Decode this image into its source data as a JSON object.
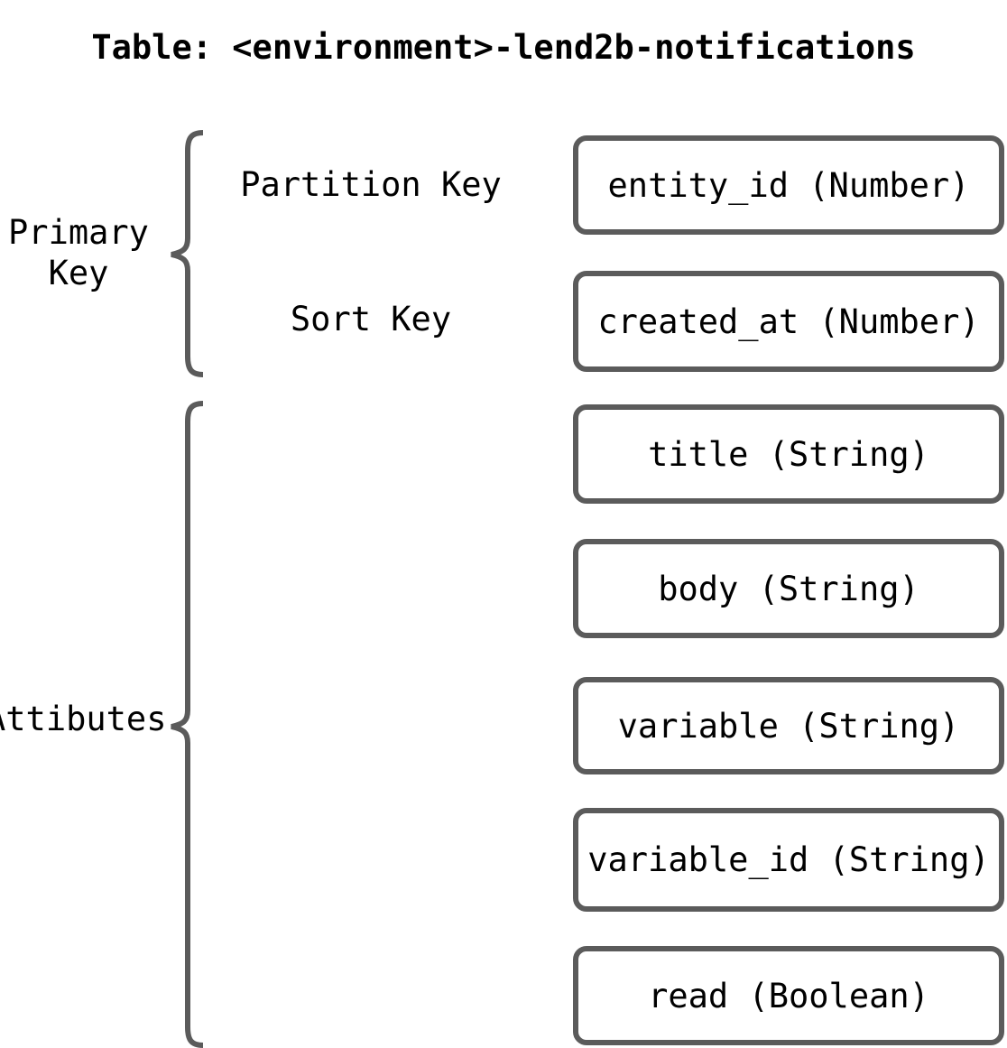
{
  "title": "Table: <environment>-lend2b-notifications",
  "colors": {
    "line": "#5b5b5b",
    "text": "#000000",
    "background": "#ffffff"
  },
  "groups": [
    {
      "label": "Primary Key",
      "rows": [
        {
          "role": "Partition Key",
          "attribute": "entity_id (Number)"
        },
        {
          "role": "Sort Key",
          "attribute": "created_at (Number)"
        }
      ]
    },
    {
      "label": "Attibutes",
      "rows": [
        {
          "attribute": "title (String)"
        },
        {
          "attribute": "body (String)"
        },
        {
          "attribute": "variable (String)"
        },
        {
          "attribute": "variable_id (String)"
        },
        {
          "attribute": "read (Boolean)"
        }
      ]
    }
  ]
}
